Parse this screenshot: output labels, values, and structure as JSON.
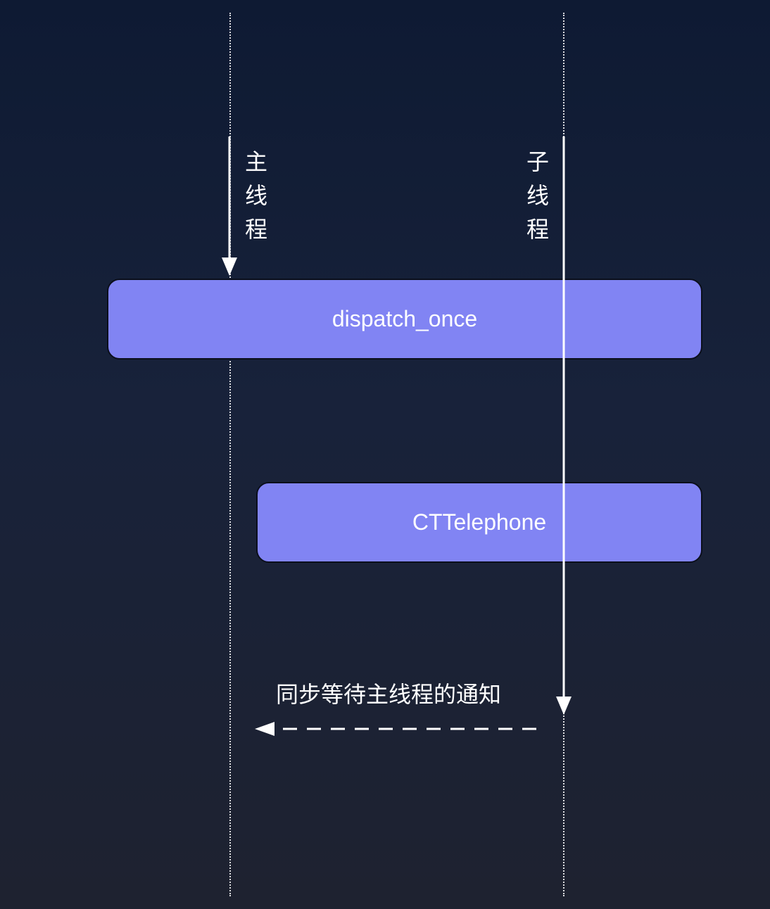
{
  "lanes": {
    "main_thread_label": "主线程",
    "sub_thread_label": "子线程"
  },
  "blocks": {
    "dispatch_label": "dispatch_once",
    "telephone_label": "CTTelephone"
  },
  "message": {
    "wait_label": "同步等待主线程的通知"
  },
  "colors": {
    "block_fill": "#8184f3",
    "background_top": "#0e1a33",
    "background_bottom": "#1e2230",
    "line": "#ffffff"
  }
}
